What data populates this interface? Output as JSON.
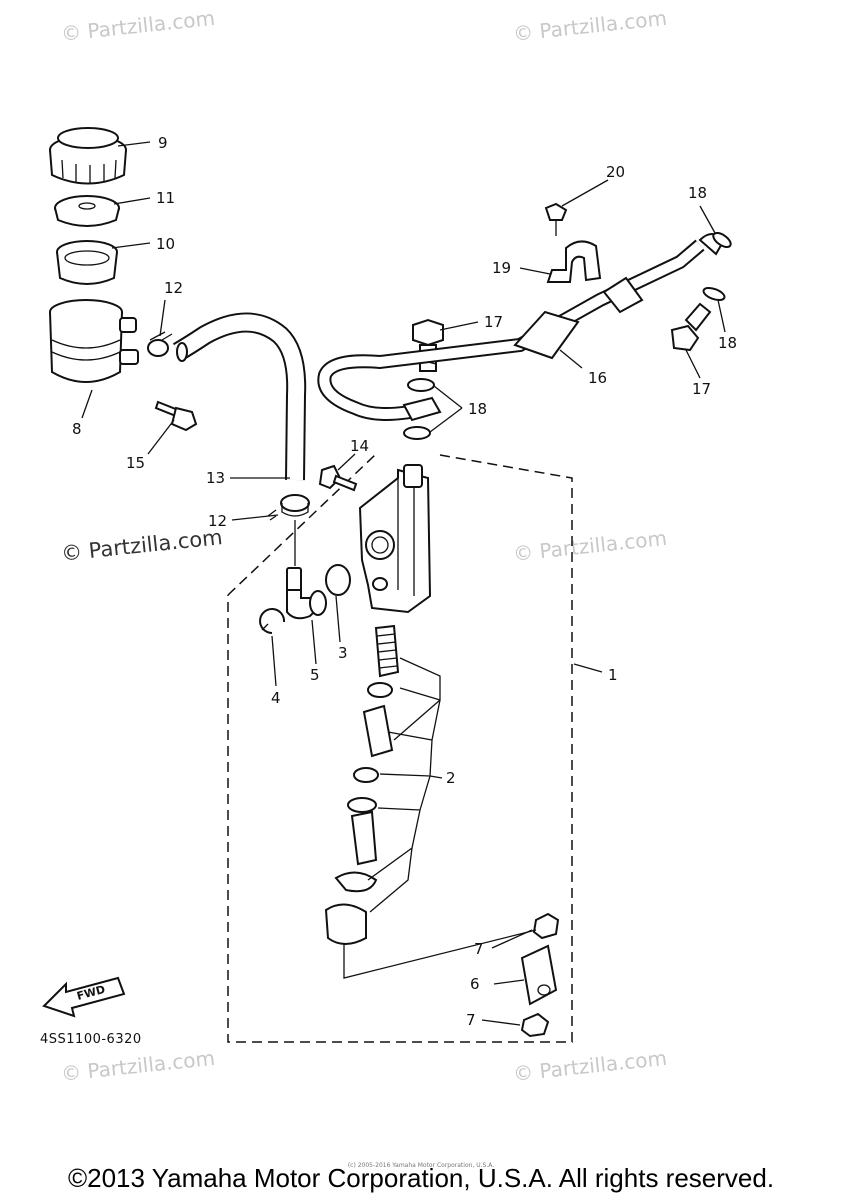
{
  "watermarks": [
    "© Partzilla.com",
    "© Partzilla.com",
    "© Partzilla.com",
    "© Partzilla.com",
    "© Partzilla.com",
    "© Partzilla.com"
  ],
  "watermark_dark": "© Partzilla.com",
  "callouts": [
    "9",
    "11",
    "10",
    "12",
    "8",
    "15",
    "13",
    "12",
    "14",
    "17",
    "18",
    "16",
    "20",
    "19",
    "18",
    "18",
    "17",
    "3",
    "5",
    "4",
    "1",
    "2",
    "7",
    "6",
    "7"
  ],
  "fwd_label": "FWD",
  "part_code": "4SS1100-6320",
  "copyright": "©2013 Yamaha Motor Corporation, U.S.A. All rights reserved.",
  "tiny_copyright": "(c) 2005-2016 Yamaha Motor Corporation, U.S.A."
}
